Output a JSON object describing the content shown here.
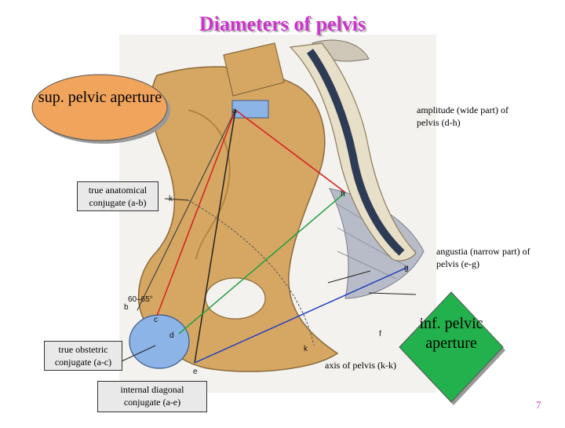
{
  "title": "Diameters of pelvis",
  "shapes": {
    "sup_aperture": "sup. pelvic aperture",
    "inf_aperture": "inf. pelvic aperture"
  },
  "labels": {
    "amplitude": "amplitude (wide part) of pelvis (d-h)",
    "true_anatomical": "true anatomical conjugate (a-b)",
    "angustia": "angustia (narrow part) of pelvis (e-g)",
    "true_obstetric": "true obstetric conjugate (a-c)",
    "axis": "axis of pelvis (k-k)",
    "internal_diagonal": "internal diagonal conjugate (a-e)"
  },
  "points": {
    "a": "a",
    "b": "b",
    "c": "c",
    "d": "d",
    "e": "e",
    "f": "f",
    "g": "g",
    "h": "h",
    "k1": "k",
    "k2": "k"
  },
  "angle_label": "60–65°",
  "page_number": "7",
  "colors": {
    "title": "#cc33cc",
    "oval": "#f0a45c",
    "diamond": "#22b14c",
    "bone": "#d6a763",
    "ligament": "#b8bcc8",
    "red_line": "#d62020",
    "green_line": "#20a040",
    "blue_line": "#2040c0"
  }
}
